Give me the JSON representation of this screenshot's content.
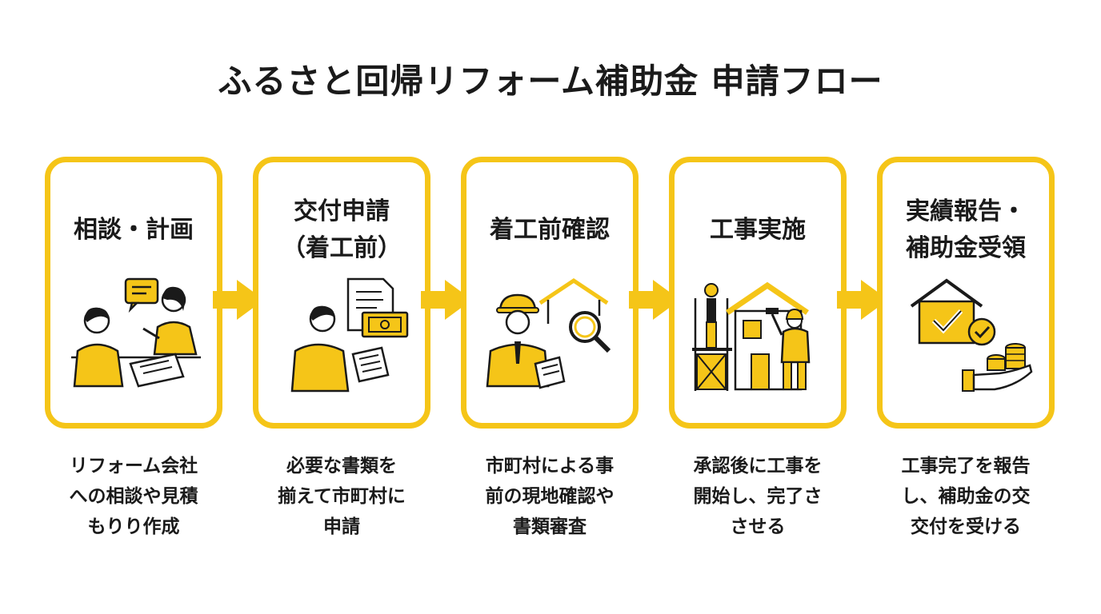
{
  "title": "ふるさと回帰リフォーム補助金 申請フロー",
  "colors": {
    "accent": "#f5c518",
    "ink": "#1a1a1a"
  },
  "steps": [
    {
      "title": "相談・計画",
      "icon": "consultation-icon",
      "description": "リフォーム会社\nへの相談や見積\nもりり作成"
    },
    {
      "title": "交付申請\n（着工前）",
      "icon": "application-icon",
      "description": "必要な書類を\n揃えて市町村に\n申請"
    },
    {
      "title": "着工前確認",
      "icon": "inspection-icon",
      "description": "市町村による事\n前の現地確認や\n書類審査"
    },
    {
      "title": "工事実施",
      "icon": "construction-icon",
      "description": "承認後に工事を\n開始し、完了さ\nさせる"
    },
    {
      "title": "実績報告・\n補助金受領",
      "icon": "subsidy-receipt-icon",
      "description": "工事完了を報告\nし、補助金の交\n交付を受ける"
    }
  ]
}
